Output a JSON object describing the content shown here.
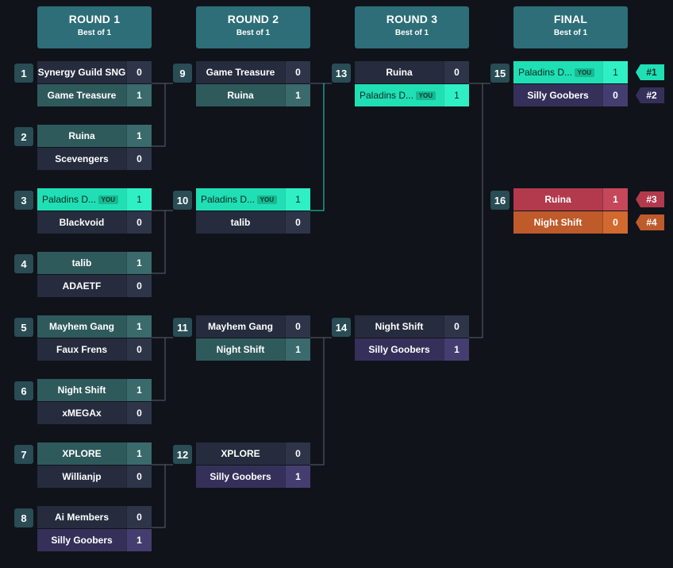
{
  "rounds": [
    {
      "title": "ROUND 1",
      "subtitle": "Best of 1"
    },
    {
      "title": "ROUND 2",
      "subtitle": "Best of 1"
    },
    {
      "title": "ROUND 3",
      "subtitle": "Best of 1"
    },
    {
      "title": "FINAL",
      "subtitle": "Best of 1"
    }
  ],
  "you_badge": "YOU",
  "matches": [
    {
      "num": "1",
      "teams": [
        {
          "name": "Synergy Guild SNG",
          "score": "0",
          "style": "lose"
        },
        {
          "name": "Game Treasure",
          "score": "1",
          "style": "win"
        }
      ]
    },
    {
      "num": "2",
      "teams": [
        {
          "name": "Ruina",
          "score": "1",
          "style": "win"
        },
        {
          "name": "Scevengers",
          "score": "0",
          "style": "lose"
        }
      ]
    },
    {
      "num": "3",
      "teams": [
        {
          "name": "Paladins D...",
          "score": "1",
          "style": "you",
          "you": true
        },
        {
          "name": "Blackvoid",
          "score": "0",
          "style": "lose"
        }
      ]
    },
    {
      "num": "4",
      "teams": [
        {
          "name": "talib",
          "score": "1",
          "style": "win"
        },
        {
          "name": "ADAETF",
          "score": "0",
          "style": "lose"
        }
      ]
    },
    {
      "num": "5",
      "teams": [
        {
          "name": "Mayhem Gang",
          "score": "1",
          "style": "win"
        },
        {
          "name": "Faux Frens",
          "score": "0",
          "style": "lose"
        }
      ]
    },
    {
      "num": "6",
      "teams": [
        {
          "name": "Night Shift",
          "score": "1",
          "style": "win"
        },
        {
          "name": "xMEGAx",
          "score": "0",
          "style": "lose"
        }
      ]
    },
    {
      "num": "7",
      "teams": [
        {
          "name": "XPLORE",
          "score": "1",
          "style": "win"
        },
        {
          "name": "Willianjp",
          "score": "0",
          "style": "lose"
        }
      ]
    },
    {
      "num": "8",
      "teams": [
        {
          "name": "Ai Members",
          "score": "0",
          "style": "lose"
        },
        {
          "name": "Silly Goobers",
          "score": "1",
          "style": "purple-w"
        }
      ]
    },
    {
      "num": "9",
      "teams": [
        {
          "name": "Game Treasure",
          "score": "0",
          "style": "lose"
        },
        {
          "name": "Ruina",
          "score": "1",
          "style": "win"
        }
      ]
    },
    {
      "num": "10",
      "teams": [
        {
          "name": "Paladins D...",
          "score": "1",
          "style": "you",
          "you": true
        },
        {
          "name": "talib",
          "score": "0",
          "style": "lose"
        }
      ]
    },
    {
      "num": "11",
      "teams": [
        {
          "name": "Mayhem Gang",
          "score": "0",
          "style": "lose"
        },
        {
          "name": "Night Shift",
          "score": "1",
          "style": "win"
        }
      ]
    },
    {
      "num": "12",
      "teams": [
        {
          "name": "XPLORE",
          "score": "0",
          "style": "lose"
        },
        {
          "name": "Silly Goobers",
          "score": "1",
          "style": "purple-w"
        }
      ]
    },
    {
      "num": "13",
      "teams": [
        {
          "name": "Ruina",
          "score": "0",
          "style": "lose"
        },
        {
          "name": "Paladins D...",
          "score": "1",
          "style": "you",
          "you": true
        }
      ]
    },
    {
      "num": "14",
      "teams": [
        {
          "name": "Night Shift",
          "score": "0",
          "style": "lose"
        },
        {
          "name": "Silly Goobers",
          "score": "1",
          "style": "purple-w"
        }
      ]
    },
    {
      "num": "15",
      "teams": [
        {
          "name": "Paladins D...",
          "score": "1",
          "style": "you",
          "you": true,
          "rank": "#1"
        },
        {
          "name": "Silly Goobers",
          "score": "0",
          "style": "purple-w",
          "rank": "#2"
        }
      ]
    },
    {
      "num": "16",
      "teams": [
        {
          "name": "Ruina",
          "score": "1",
          "style": "rank3",
          "rank": "#3"
        },
        {
          "name": "Night Shift",
          "score": "0",
          "style": "rank4",
          "rank": "#4"
        }
      ]
    }
  ],
  "colors": {
    "background": "#10131a",
    "header": "#2d6e78",
    "you": "#20dfb4",
    "rank1": "#20dfb4",
    "rank2": "#35305a",
    "rank3": "#b23a4c",
    "rank4": "#bf5a2a"
  }
}
